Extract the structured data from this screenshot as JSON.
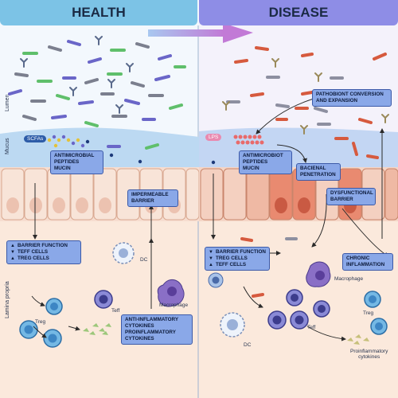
{
  "headers": {
    "health": "HEALTH",
    "disease": "DISEASE"
  },
  "side_labels": {
    "lumen": "Lumen",
    "mucus": "Mucus",
    "lamina_propria": "Lamina propria"
  },
  "health": {
    "scfas": "SCFAs",
    "antimicrobial": [
      "ANTIMICROBIAL",
      "PEPTIDES",
      "MUCIN"
    ],
    "impermeable": [
      "IMPERMEABLE",
      "BARRIER"
    ],
    "barrier_function": "BARRIER FUNCTION",
    "teff_cells": "TEFF CELLS",
    "treg_cells": "TREG CELLS",
    "cytokines": [
      "ANTI-INFLAMMATORY",
      "CYTOKINES",
      "PROINFLAMMATORY",
      "CYTOKINES"
    ],
    "cell_labels": {
      "dc": "DC",
      "teff": "Teff",
      "treg": "Treg",
      "macrophage": "Macrophage"
    }
  },
  "disease": {
    "lps": "LPS",
    "pathobiont": [
      "PATHOBIONT CONVERSION",
      "AND EXPANSION"
    ],
    "antimicrobial": [
      "ANTIMICROBIOT",
      "PEPTIDES",
      "MUCIN"
    ],
    "bacterial_penetration": [
      "BACIENAL",
      "PENETRATION"
    ],
    "dysfunctional": [
      "DYSFUNCTIONAL",
      "BARRIER"
    ],
    "barrier_function": "BARRIER FUNCTION",
    "treg_cells": "TREG CELLS",
    "teff_cells": "TEFF CELLS",
    "chronic": [
      "CHRONIC",
      "INFLAMMATION"
    ],
    "cell_labels": {
      "macrophage": "Macrophage",
      "treg": "Treg",
      "teff": "Teff",
      "dc": "DC",
      "proinflammatory": [
        "Proinflammatory",
        "cytokines"
      ]
    }
  },
  "colors": {
    "health_header": "#7cc3e6",
    "disease_header": "#8e8de6",
    "box_fill": "#8aa8e8",
    "box_border": "#3c5aa8",
    "epithelium_healthy": "#f6ddd0",
    "epithelium_inflamed": "#e98a70",
    "mucus": "#bcd9f2",
    "lamina": "#fbe9dc"
  }
}
